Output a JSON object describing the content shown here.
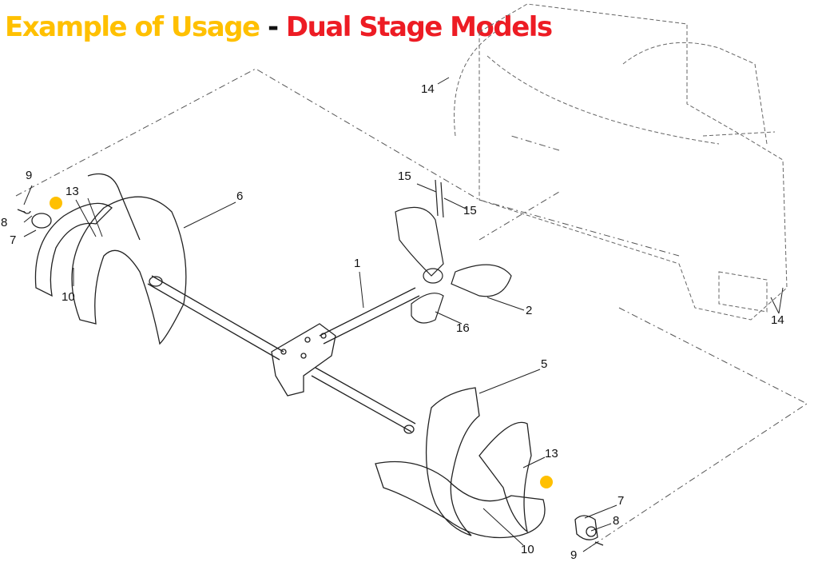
{
  "title": {
    "part1": "Example of Usage",
    "separator": "-",
    "part2": "Dual Stage Models"
  },
  "colors": {
    "title_primary": "#FFC000",
    "title_secondary": "#ED1C24",
    "marker": "#FFC000",
    "line": "#222222"
  },
  "callouts": [
    "14",
    "9",
    "13",
    "8",
    "7",
    "6",
    "10",
    "15",
    "15",
    "1",
    "2",
    "16",
    "14",
    "5",
    "13",
    "7",
    "8",
    "9",
    "10"
  ]
}
